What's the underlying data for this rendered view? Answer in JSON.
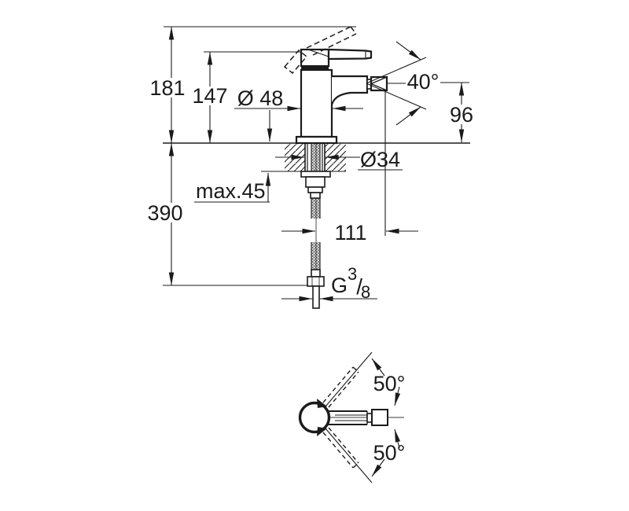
{
  "drawing": {
    "type": "technical-dimension-drawing",
    "background": "#ffffff",
    "line_color": "#1b1b1b",
    "side_view": {
      "dim_total_height": "181",
      "dim_body_height": "147",
      "dim_body_diameter": "Ø 48",
      "dim_spout_angle": "40°",
      "dim_spout_height": "96",
      "dim_hole_diameter": "Ø34",
      "dim_max_deck_thickness": "max.45",
      "dim_below_deck_length": "390",
      "dim_spout_reach": "111",
      "thread": {
        "g": "G",
        "numerator": "3",
        "slash": "/",
        "denominator": "8"
      }
    },
    "top_view": {
      "dim_swivel_upper": "50°",
      "dim_swivel_lower": "50°"
    }
  }
}
